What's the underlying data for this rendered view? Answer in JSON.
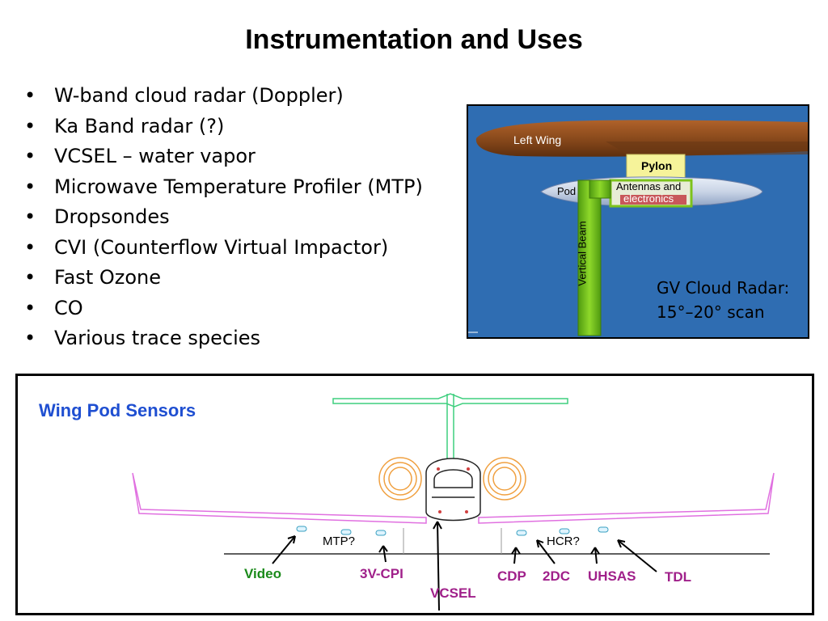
{
  "title": "Instrumentation and Uses",
  "bullets": [
    "W-band cloud radar (Doppler)",
    "Ka Band radar (?)",
    "VCSEL – water vapor",
    "Microwave Temperature Profiler (MTP)",
    "Dropsondes",
    "CVI (Counterflow Virtual Impactor)",
    "Fast Ozone",
    "CO",
    "Various trace species"
  ],
  "radar_diagram": {
    "left_wing": "Left Wing",
    "pylon": "Pylon",
    "pod": "Pod",
    "antennas_line1": "Antennas and",
    "antennas_line2": "electronics",
    "vertical_beam": "Vertical Beam",
    "caption_line1": "GV Cloud Radar:",
    "caption_line2": "15°–20° scan",
    "colors": {
      "background": "#2f6db2",
      "wing": "#8a4a1c",
      "pylon": "#f6f39a",
      "beam": "#7dc21c",
      "antenna": "#c8575a"
    }
  },
  "wing_pod": {
    "title": "Wing Pod Sensors",
    "labels": {
      "video": "Video",
      "cpi": "3V-CPI",
      "vcsel": "VCSEL",
      "cdp": "CDP",
      "twodc": "2DC",
      "uhsas": "UHSAS",
      "tdl": "TDL"
    },
    "question_labels": {
      "mtp": "MTP?",
      "hcr": "HCR?"
    },
    "colors": {
      "title": "#1f4fd1",
      "video": "#1a8a1a",
      "probes": "#a0208a",
      "wing": "#e070e0",
      "tail": "#3fcf7f",
      "engines": "#f0a040"
    }
  }
}
